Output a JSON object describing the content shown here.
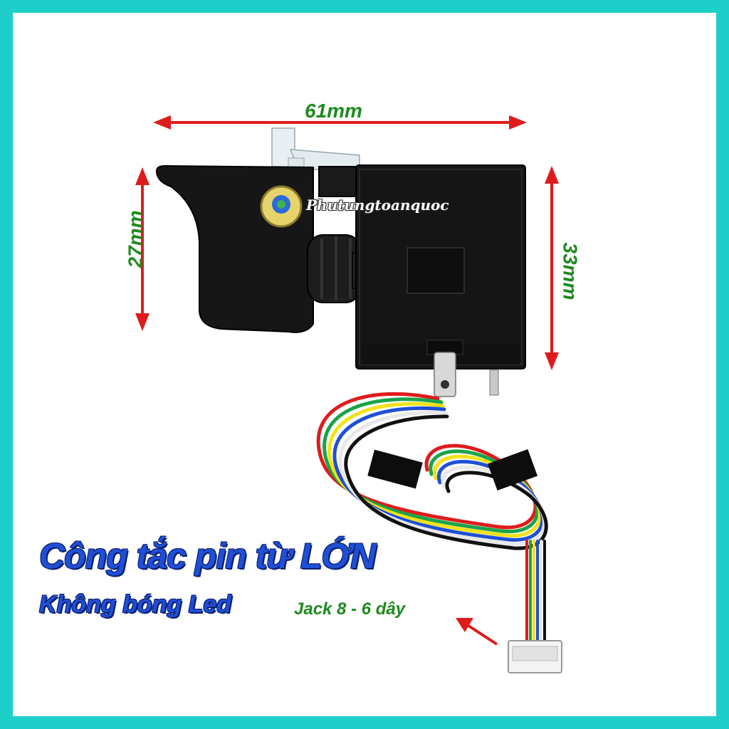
{
  "colors": {
    "border": "#1ecfc9",
    "background": "#ffffff",
    "arrow": "#e01b1b",
    "dimension_text": "#1e8a1e",
    "title_text": "#1f4fd6",
    "switch_body": "#141414"
  },
  "dimensions": {
    "width": "61mm",
    "left_height": "27mm",
    "right_height": "33mm"
  },
  "product": {
    "title": "Công tắc pin từ LỚN",
    "subtitle": "Không bóng Led",
    "connector": "Jack 8 - 6 dây",
    "watermark": "Phutungtoanquoc"
  },
  "icons": {
    "logo": "gear-logo-icon",
    "arrow": "double-arrow-icon"
  }
}
